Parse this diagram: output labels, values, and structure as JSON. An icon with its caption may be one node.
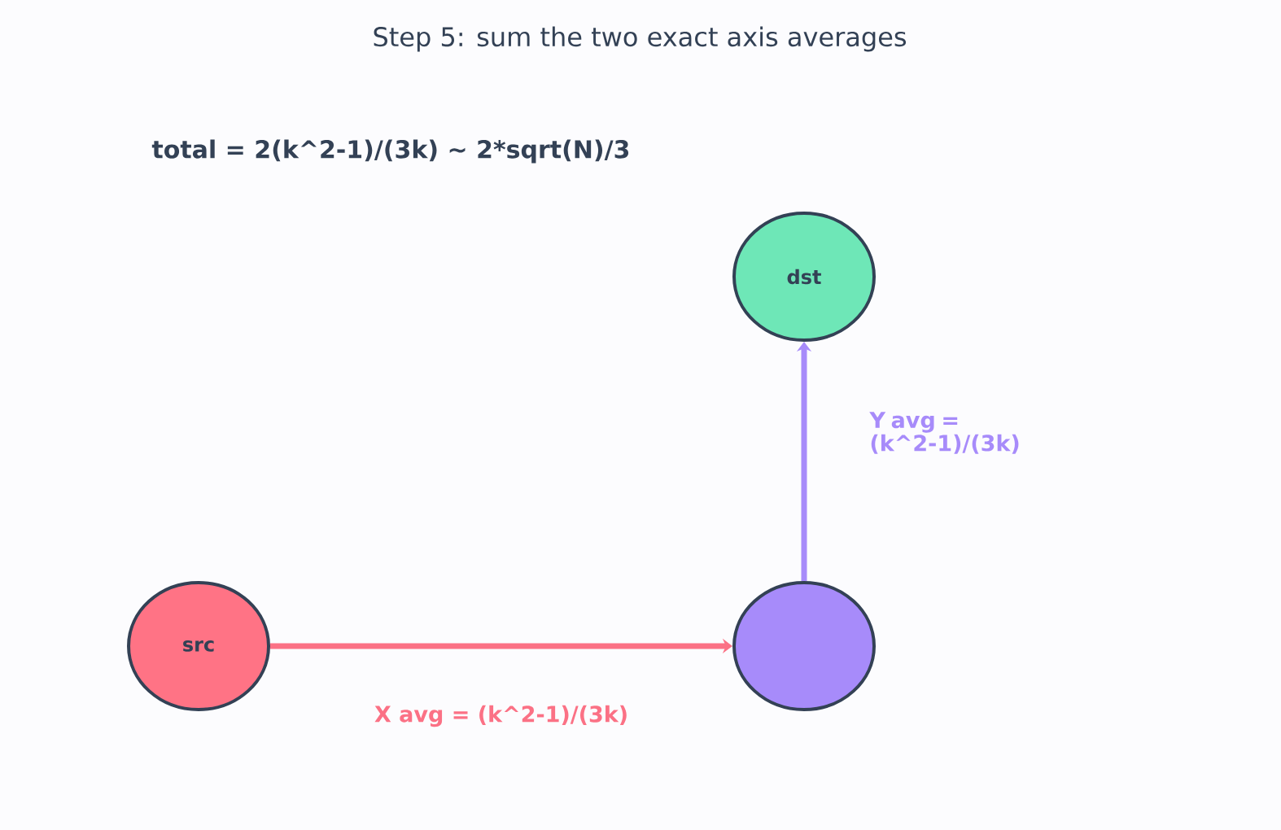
{
  "diagram": {
    "title": "Step 5: sum the two exact axis averages",
    "nodes": [
      {
        "text": [
          "src"
        ]
      },
      {
        "text": [],
        "shape": "circle"
      },
      {
        "text": [
          "dst"
        ]
      }
    ],
    "edges": [
      {
        "from": 0,
        "to": 1,
        "arrow": "to",
        "label": "X avg = (k^2-1)/(3k)",
        "color": "#fb7185"
      },
      {
        "from": 1,
        "to": 2,
        "arrow": "to",
        "label": "Y avg = (k^2-1)/(3k)",
        "color": "#a78bfa"
      }
    ],
    "labels": [
      "total = 2(k^2-1)/(3k)  ~  2*sqrt(N)/3"
    ]
  }
}
